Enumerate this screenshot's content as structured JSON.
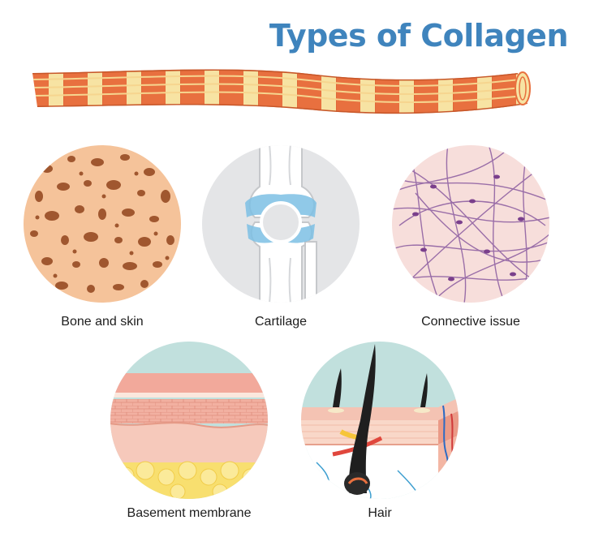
{
  "title": "Types of Collagen",
  "colors": {
    "title": "#3f84bd",
    "fiber_orange": "#e8703f",
    "fiber_cream": "#f7e3a3",
    "bone": "#f5c39a",
    "bone_pores": "#a0572f",
    "cartilage_bg": "#e4e5e7",
    "cartilage_blue": "#7cbfe4",
    "connective_bg": "#f7dedb",
    "connective_fibers": "#9a6ea8",
    "membrane_teal": "#c1e0dd",
    "membrane_pink": "#f2a99b",
    "membrane_yellow": "#f8df6f",
    "hair_dark": "#1f1f1f",
    "hair_skin": "#f4c3b3"
  },
  "panels": [
    {
      "id": "bone",
      "label": "Bone and skin"
    },
    {
      "id": "cartilage",
      "label": "Cartilage"
    },
    {
      "id": "connective",
      "label": "Connective issue"
    },
    {
      "id": "basement",
      "label": "Basement membrane"
    },
    {
      "id": "hair",
      "label": "Hair"
    }
  ]
}
